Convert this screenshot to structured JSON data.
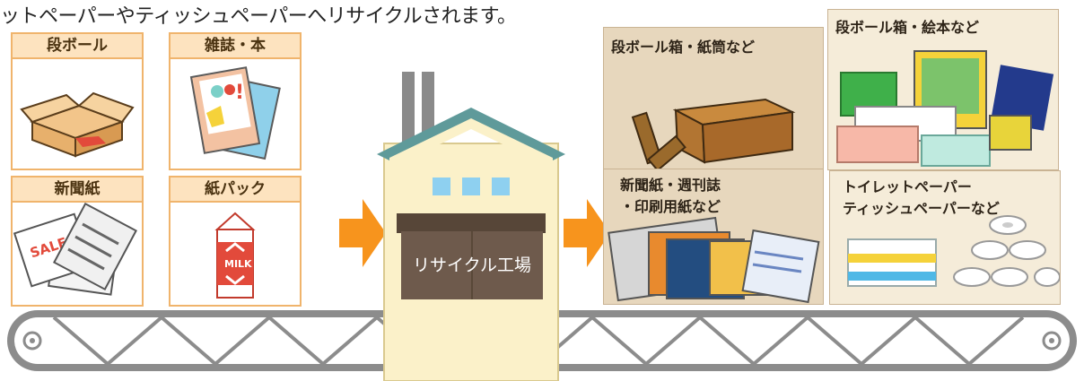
{
  "caption": "ットペーパーやティッシュペーパーへリサイクルされます。",
  "inputs": [
    {
      "label": "段ボール"
    },
    {
      "label": "雑誌・本"
    },
    {
      "label": "新聞紙"
    },
    {
      "label": "紙パック"
    }
  ],
  "factory": {
    "label": "リサイクル工場"
  },
  "outputs": [
    {
      "label": "段ボール箱・紙筒など"
    },
    {
      "label": "段ボール箱・絵本など"
    },
    {
      "label": "新聞紙・週刊誌\n・印刷用紙など"
    },
    {
      "label": "トイレットペーパー\nティッシュペーパーなど"
    }
  ],
  "illustration_text": {
    "sale": "SALE",
    "milk": "MILK"
  },
  "colors": {
    "arrow": "#f7941d",
    "factory_wall": "#fbf1c9",
    "roof": "#5f9a9a",
    "factory_sign": "#6e5a4c",
    "belt": "#8c8c8c",
    "label_bg": "#fde3bf"
  }
}
